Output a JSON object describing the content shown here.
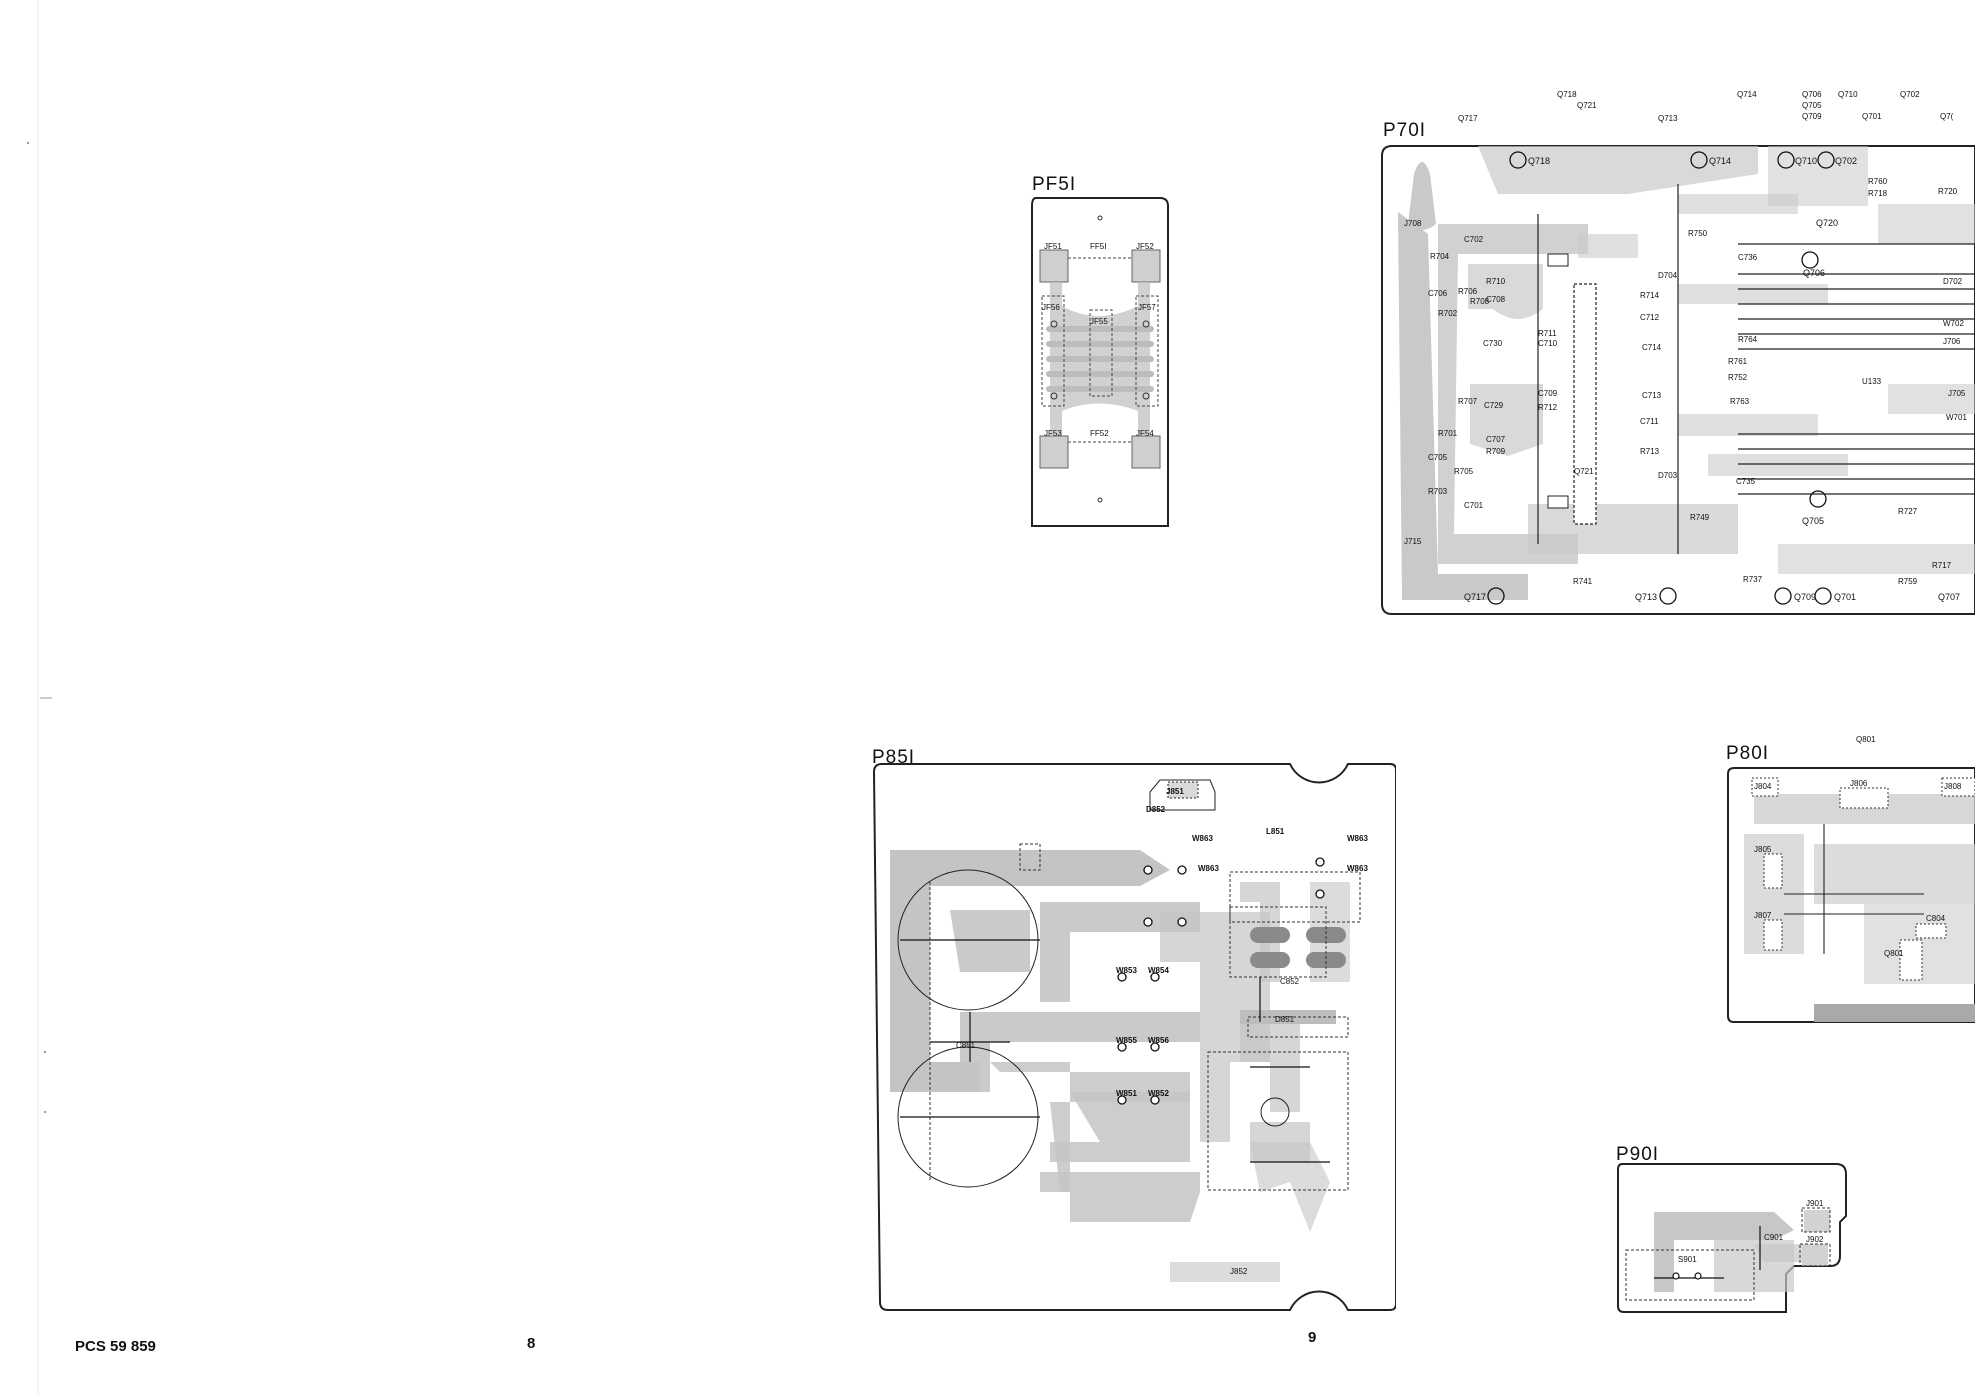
{
  "footer": {
    "doc_code": "PCS 59 859",
    "page_left": "8",
    "page_right": "9"
  },
  "boards": {
    "pf51": {
      "title": "PF5I",
      "labels": [
        "JF51",
        "FF5I",
        "JF52",
        "JF56",
        "JF55",
        "JF57",
        "JF53",
        "FF52",
        "JF54"
      ]
    },
    "p701": {
      "title": "P70I",
      "top_labels": [
        "Q718",
        "Q721",
        "Q717",
        "Q713",
        "Q714",
        "Q706",
        "Q705",
        "Q709",
        "Q710",
        "Q701",
        "Q702",
        "Q7("
      ],
      "labels": [
        "Q718",
        "Q714",
        "Q710",
        "Q702",
        "Q720",
        "Q706",
        "R760",
        "R718",
        "R720",
        "C702",
        "R704",
        "C706",
        "R702",
        "C730",
        "C729",
        "C707",
        "C708",
        "C709",
        "C710",
        "C711",
        "C712",
        "C713",
        "C714",
        "C735",
        "C736",
        "C701",
        "C705",
        "R701",
        "R703",
        "R705",
        "R706",
        "R707",
        "R708",
        "R709",
        "R710",
        "R711",
        "R712",
        "R713",
        "R714",
        "R749",
        "R750",
        "R752",
        "R761",
        "R763",
        "R764",
        "R717",
        "R727",
        "R741",
        "R737",
        "R759",
        "D703",
        "D704",
        "D702",
        "W702",
        "W701",
        "J706",
        "J708",
        "J705",
        "J715",
        "Q721",
        "U133",
        "Q717",
        "Q713",
        "Q709",
        "Q701",
        "Q707",
        "Q705"
      ]
    },
    "p851": {
      "title": "P85I",
      "labels": [
        "D852",
        "J851",
        "L851",
        "W863",
        "W863",
        "W863",
        "W863",
        "W853",
        "W854",
        "W855",
        "W856",
        "W851",
        "W852",
        "C852",
        "D851",
        "C851",
        "J852"
      ]
    },
    "p801": {
      "title": "P80I",
      "top_label": "Q801",
      "labels": [
        "J804",
        "J806",
        "J808",
        "J805",
        "J807",
        "C804",
        "Q801"
      ]
    },
    "p901": {
      "title": "P90I",
      "labels": [
        "J901",
        "C901",
        "S901",
        "J902"
      ]
    }
  }
}
